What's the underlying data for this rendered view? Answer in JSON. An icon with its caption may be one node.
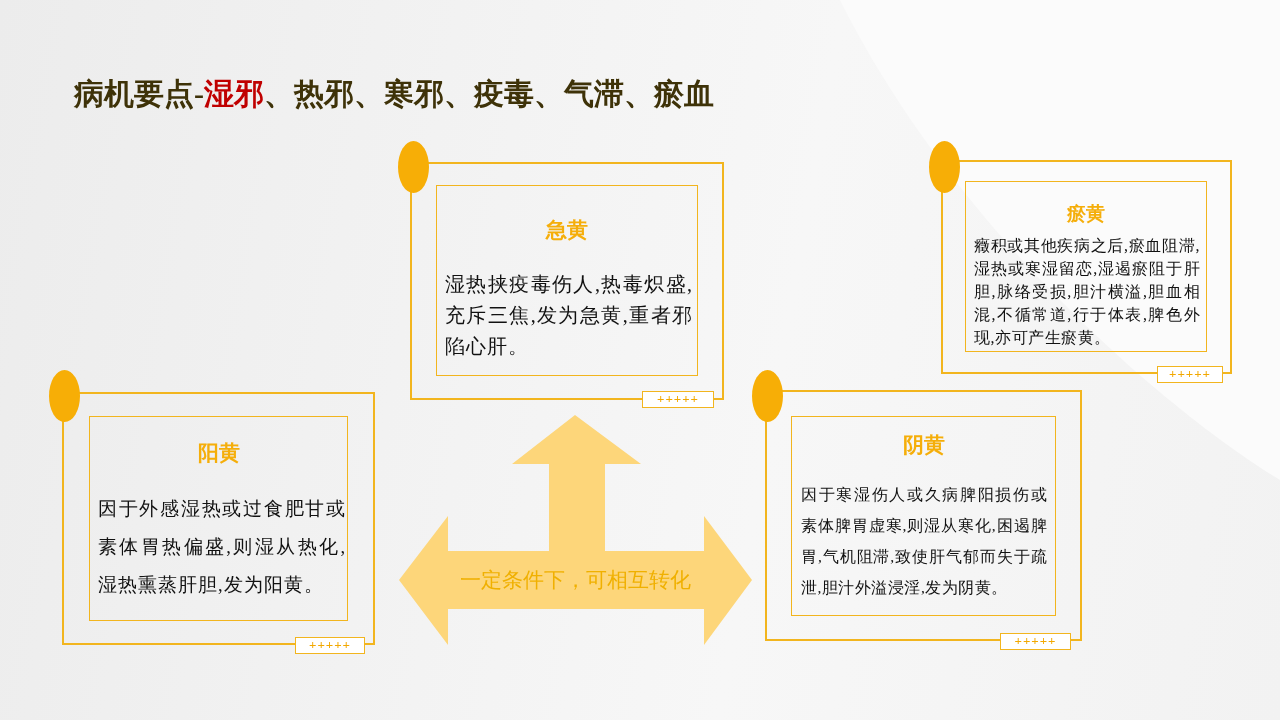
{
  "diagram": {
    "title": "病机要点-*湿邪*、热邪、寒邪、疫毒、气滞、瘀血",
    "nodes": [
      {
        "text": [
          "急黄",
          "湿热挟疫毒伤人,热毒炽盛,充斥三焦,发为急黄,重者邪陷心肝。"
        ]
      },
      {
        "text": [
          "瘀黄",
          "癥积或其他疾病之后,瘀血阻滞,湿热或寒湿留恋,湿遏瘀阻于肝胆,脉络受损,胆汁横溢,胆血相混,不循常道,行于体表,脾色外现,亦可产生瘀黄。"
        ]
      },
      {
        "text": [
          "阳黄",
          "因于外感湿热或过食肥甘或素体胃热偏盛,则湿从热化,湿热熏蒸肝胆,发为阳黄。"
        ]
      },
      {
        "text": [
          "阴黄",
          "因于寒湿伤人或久病脾阳损伤或素体脾胃虚寒,则湿从寒化,困遏脾胃,气机阻滞,致使肝气郁而失于疏泄,胆汁外溢浸淫,发为阴黄。"
        ]
      }
    ],
    "edges": [
      {
        "from": 2,
        "to": 3,
        "arrow": "both",
        "label": "一定条件下，可相互转化"
      },
      {
        "from": null,
        "to": 0,
        "arrow": "to"
      }
    ],
    "labels": [
      "+++++",
      "+++++",
      "+++++",
      "+++++"
    ]
  }
}
